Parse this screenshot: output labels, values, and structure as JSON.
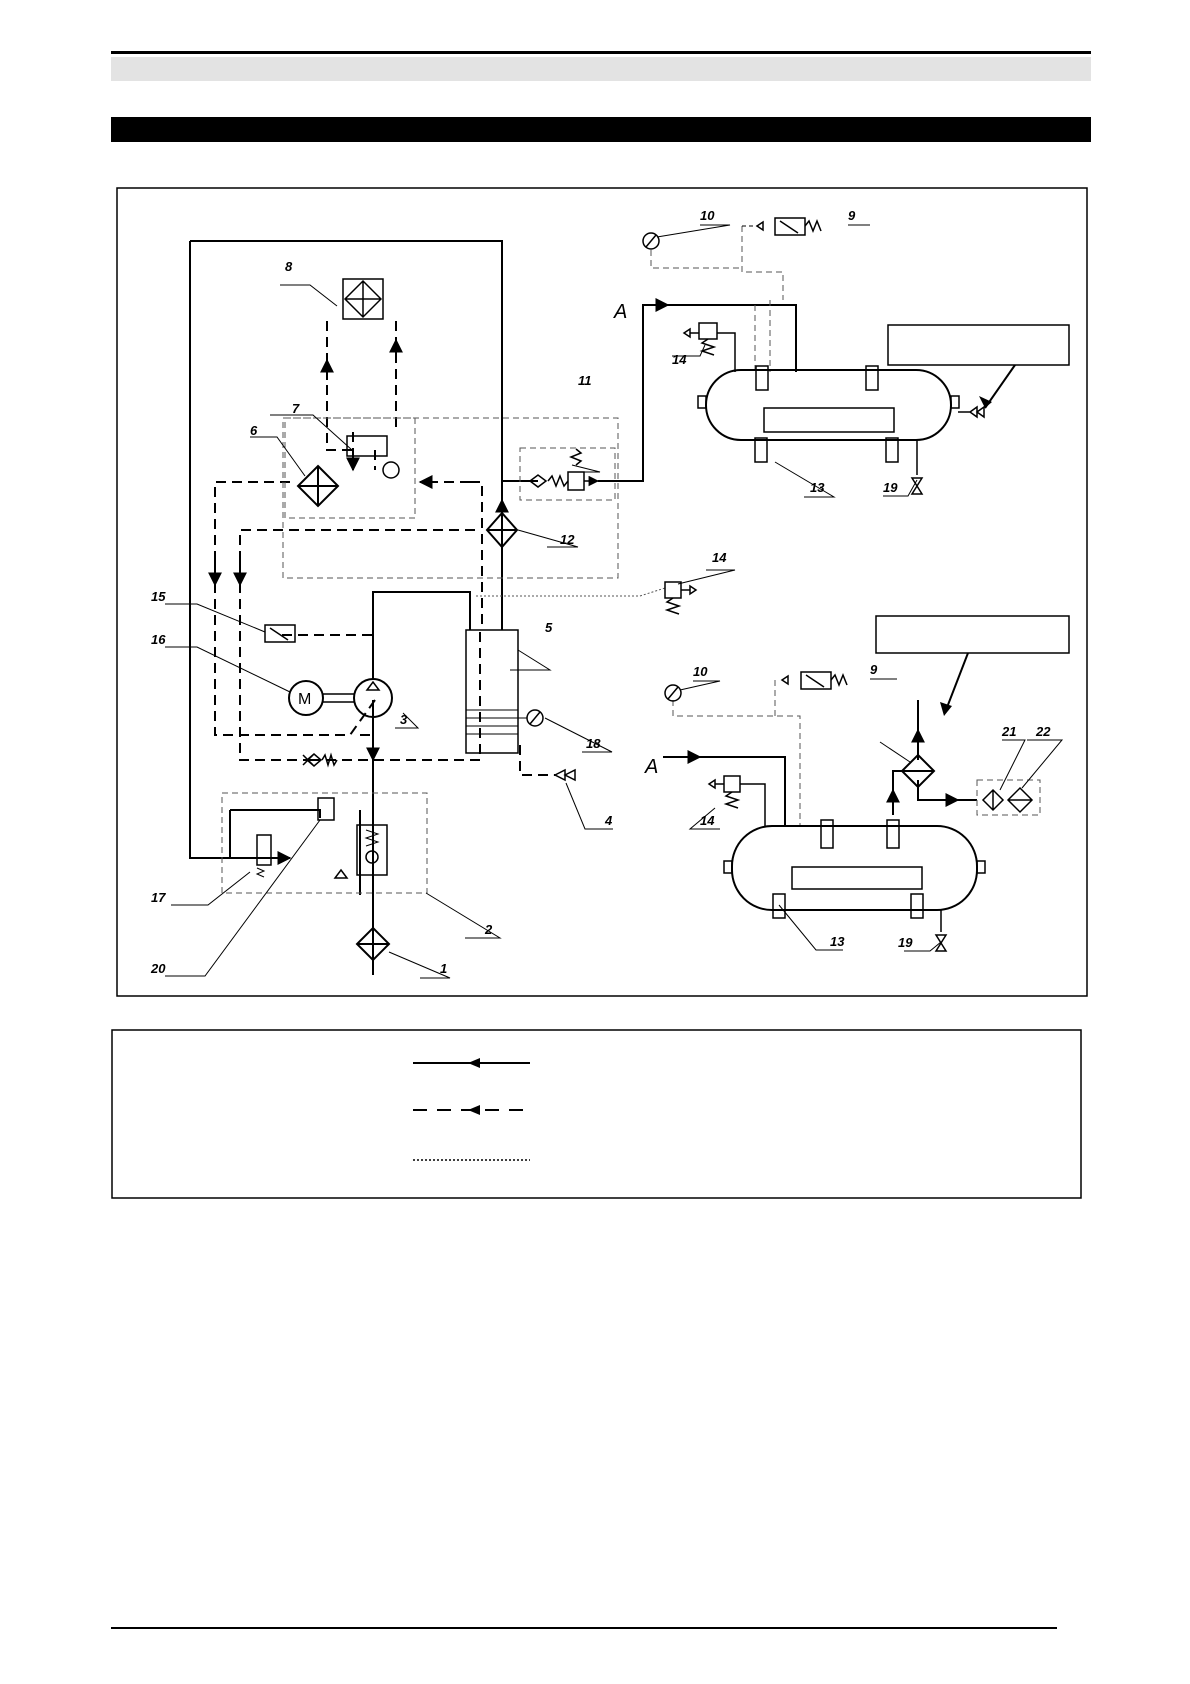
{
  "diagram": {
    "component_numbers": [
      "1",
      "2",
      "3",
      "4",
      "5",
      "6",
      "7",
      "8",
      "9",
      "10",
      "11",
      "12",
      "13",
      "14",
      "15",
      "16",
      "17",
      "18",
      "19",
      "20",
      "21",
      "22"
    ],
    "labels": {
      "c1": "1",
      "c2": "2",
      "c3": "3",
      "c4": "4",
      "c5": "5",
      "c6": "6",
      "c7": "7",
      "c8": "8",
      "c9a": "9",
      "c9b": "9",
      "c10a": "10",
      "c10b": "10",
      "c11": "11",
      "c12": "12",
      "c13a": "13",
      "c13b": "13",
      "c14a": "14",
      "c14b": "14",
      "c14c": "14",
      "c15": "15",
      "c16": "16",
      "c17": "17",
      "c18": "18",
      "c19a": "19",
      "c19b": "19",
      "c20": "20",
      "c21": "21",
      "c22": "22",
      "portA1": "A",
      "portA2": "A",
      "motor": "M"
    }
  },
  "legend": {
    "line_styles": [
      "solid-with-arrow",
      "dashed-with-arrow",
      "dotted"
    ]
  }
}
